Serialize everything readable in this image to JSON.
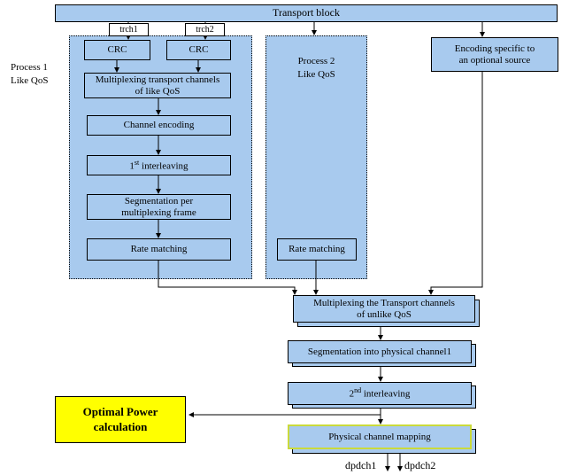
{
  "colors": {
    "node_fill": "#a8caee",
    "highlight_fill": "#ffff00",
    "selection_border": "#cada3c",
    "line_color": "#000000"
  },
  "nodes": {
    "transport_block": "Transport block",
    "trch1": "trch1",
    "trch2": "trch2",
    "process1_label": "Process 1\nLike QoS",
    "crc_left": "CRC",
    "crc_right": "CRC",
    "mux_like_qos": "Multiplexing transport channels\nof like QoS",
    "channel_encoding": "Channel encoding",
    "interleaving1_num": "1",
    "interleaving1_sup": "st",
    "interleaving1_rest": " interleaving",
    "segmentation_frame": "Segmentation per\nmultiplexing frame",
    "rate_matching_1": "Rate matching",
    "process2_label": "Process 2\nLike QoS",
    "rate_matching_2": "Rate matching",
    "encoding_optional": "Encoding specific to\nan optional source",
    "mux_unlike_qos": "Multiplexing the Transport channels\nof unlike QoS",
    "segmentation_physical": "Segmentation into physical channel1",
    "interleaving2_num": "2",
    "interleaving2_sup": "nd",
    "interleaving2_rest": " interleaving",
    "physical_mapping": "Physical channel mapping",
    "dpdch1": "dpdch1",
    "dpdch2": "dpdch2",
    "optimal_power": "Optimal Power\ncalculation"
  }
}
